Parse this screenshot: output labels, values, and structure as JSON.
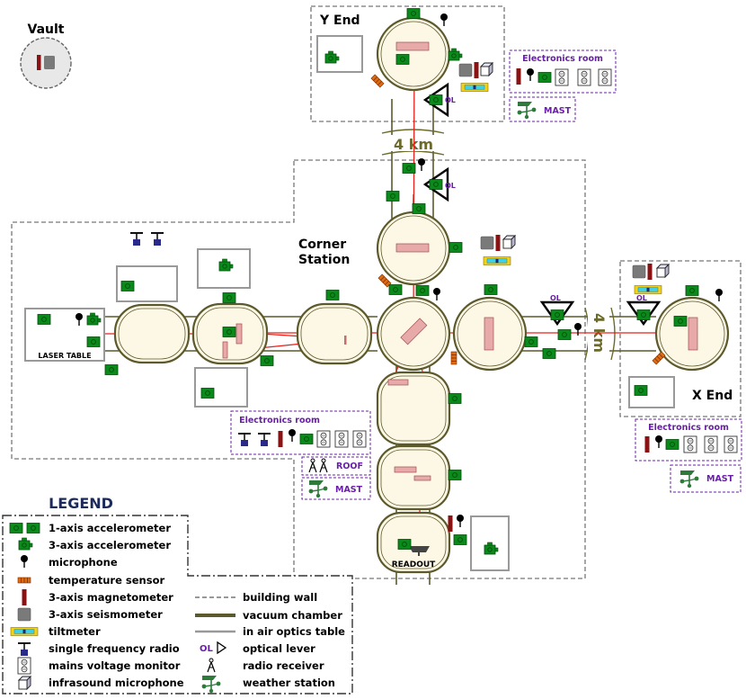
{
  "labels": {
    "vault": "Vault",
    "y_end": "Y End",
    "x_end": "X End",
    "corner_station_1": "Corner",
    "corner_station_2": "Station",
    "laser_table": "LASER TABLE",
    "readout": "READOUT",
    "arm_length": "4 km",
    "optical_lever": "OL",
    "electronics_room": "Electronics room",
    "mast": "MAST",
    "roof": "ROOF"
  },
  "legend": {
    "title": "LEGEND",
    "left_items": [
      {
        "icon": "accelerometer-1axis-icon",
        "label": "1-axis accelerometer"
      },
      {
        "icon": "accelerometer-3axis-icon",
        "label": "3-axis accelerometer"
      },
      {
        "icon": "microphone-icon",
        "label": "microphone"
      },
      {
        "icon": "temperature-sensor-icon",
        "label": "temperature sensor"
      },
      {
        "icon": "magnetometer-icon",
        "label": "3-axis magnetometer"
      },
      {
        "icon": "seismometer-icon",
        "label": "3-axis seismometer"
      },
      {
        "icon": "tiltmeter-icon",
        "label": "tiltmeter"
      },
      {
        "icon": "radio-icon",
        "label": "single frequency radio"
      },
      {
        "icon": "mains-monitor-icon",
        "label": "mains voltage monitor"
      },
      {
        "icon": "infrasound-icon",
        "label": "infrasound microphone"
      }
    ],
    "right_items": [
      {
        "icon": "building-wall-icon",
        "label": "building wall"
      },
      {
        "icon": "vacuum-chamber-icon",
        "label": "vacuum chamber"
      },
      {
        "icon": "optics-table-icon",
        "label": "in air optics table"
      },
      {
        "icon": "optical-lever-icon",
        "label": "optical lever",
        "prefix": "OL"
      },
      {
        "icon": "radio-receiver-icon",
        "label": "radio receiver"
      },
      {
        "icon": "weather-station-icon",
        "label": "weather station"
      }
    ]
  },
  "colors": {
    "wall": "#777777",
    "chamber_fill": "#fdf8e6",
    "chamber_stroke": "#5c5a2c",
    "sensor_green": "#0a8a1a",
    "laser": "#e8201a",
    "optic": "#e8a9a9",
    "label_purple": "#6a1fa8",
    "arm_olive": "#6b6a2a",
    "magnetometer": "#8b1212",
    "seismometer": "#7a7a7a",
    "tiltmeter": "#f2d21a",
    "tilt_inner": "#3fd0e6",
    "radio": "#2a2a8a",
    "temperature": "#e06a10",
    "legend_title": "#1c2a5a"
  }
}
